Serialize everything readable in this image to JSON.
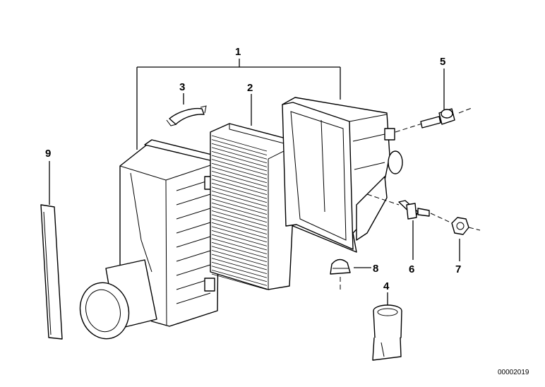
{
  "diagram": {
    "callouts": [
      "1",
      "2",
      "3",
      "4",
      "5",
      "6",
      "7",
      "8",
      "9"
    ],
    "document_number": "00002019"
  },
  "parts": {
    "housing_lower": "air-filter-housing-lower",
    "filter_element": "filter-element",
    "housing_upper": "air-filter-housing-upper",
    "clip": "retaining-clip",
    "hose_connector": "rubber-sleeve",
    "screw": "screw",
    "stud": "stud-bolt",
    "nut": "nut",
    "cap": "rubber-cap",
    "strip": "sealing-strip"
  }
}
